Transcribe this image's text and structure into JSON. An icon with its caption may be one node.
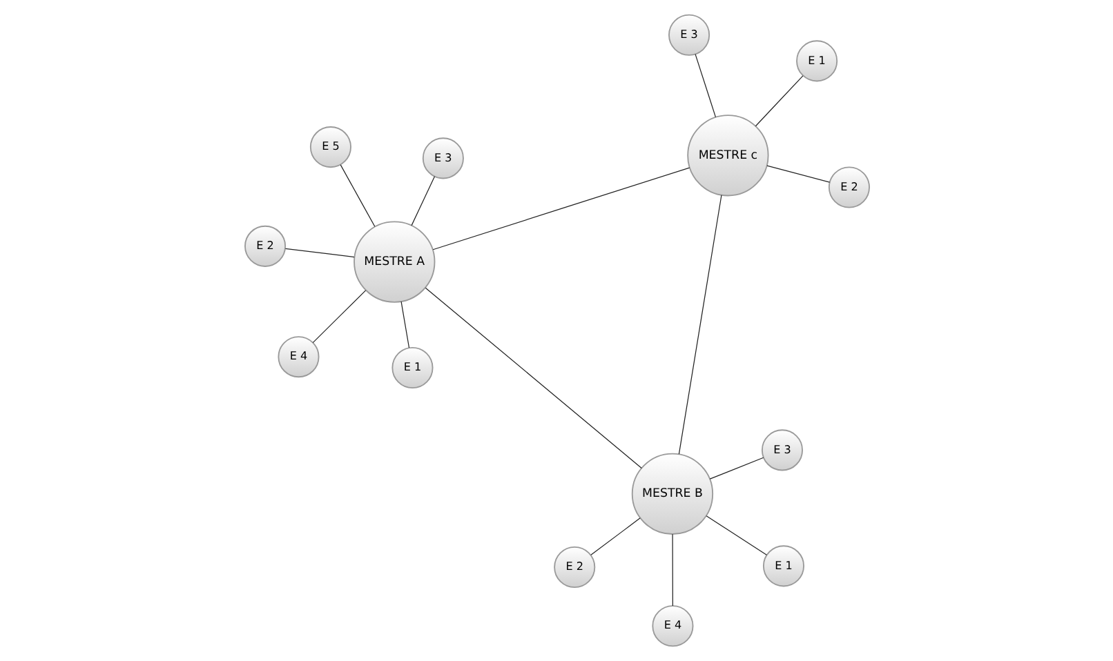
{
  "diagram": {
    "nodes": [
      {
        "text": [
          "MESTRE A"
        ]
      },
      {
        "text": [
          "E 1"
        ]
      },
      {
        "text": [
          "E 4"
        ]
      },
      {
        "text": [
          "E 2"
        ]
      },
      {
        "text": [
          "E 3"
        ]
      },
      {
        "text": [
          "E 5"
        ]
      },
      {
        "text": [
          "MESTRE B"
        ]
      },
      {
        "text": [
          "E 1"
        ]
      },
      {
        "text": [
          "E 2"
        ]
      },
      {
        "text": [
          "E 4"
        ]
      },
      {
        "text": [
          "E 3"
        ]
      },
      {
        "text": [
          "MESTRE c"
        ]
      },
      {
        "text": [
          "E 2"
        ]
      },
      {
        "text": [
          "E 1"
        ]
      },
      {
        "text": [
          "E 3"
        ]
      }
    ],
    "edges": [
      {
        "from": 0,
        "to": 6,
        "arrow": "none"
      },
      {
        "from": 0,
        "to": 11,
        "arrow": "none"
      },
      {
        "from": 6,
        "to": 11,
        "arrow": "none"
      },
      {
        "from": 0,
        "to": 1,
        "arrow": "none"
      },
      {
        "from": 0,
        "to": 2,
        "arrow": "none"
      },
      {
        "from": 0,
        "to": 3,
        "arrow": "none"
      },
      {
        "from": 0,
        "to": 4,
        "arrow": "none"
      },
      {
        "from": 0,
        "to": 5,
        "arrow": "none"
      },
      {
        "from": 6,
        "to": 7,
        "arrow": "none"
      },
      {
        "from": 6,
        "to": 8,
        "arrow": "none"
      },
      {
        "from": 6,
        "to": 9,
        "arrow": "none"
      },
      {
        "from": 6,
        "to": 10,
        "arrow": "none"
      },
      {
        "from": 11,
        "to": 12,
        "arrow": "none"
      },
      {
        "from": 11,
        "to": 13,
        "arrow": "none"
      },
      {
        "from": 11,
        "to": 14,
        "arrow": "none"
      }
    ]
  }
}
